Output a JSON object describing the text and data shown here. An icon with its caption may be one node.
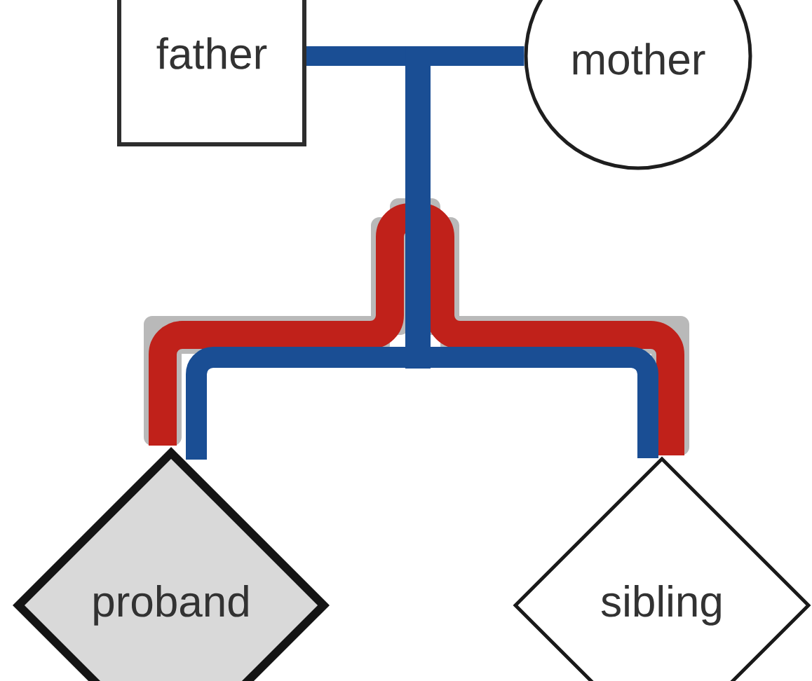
{
  "diagram": {
    "nodes": [
      {
        "text": [
          "father"
        ]
      },
      {
        "text": [
          "mother"
        ]
      },
      {
        "text": [
          "proband"
        ]
      },
      {
        "text": [
          "sibling"
        ]
      }
    ],
    "edges": [
      {
        "from": 0,
        "to": 2,
        "arrow": "none"
      },
      {
        "from": 1,
        "to": 2,
        "arrow": "none"
      },
      {
        "from": 0,
        "to": 3,
        "arrow": "none"
      },
      {
        "from": 1,
        "to": 3,
        "arrow": "none"
      },
      {
        "from": 2,
        "to": 3,
        "arrow": "none",
        "color": "#c0211a"
      }
    ]
  }
}
